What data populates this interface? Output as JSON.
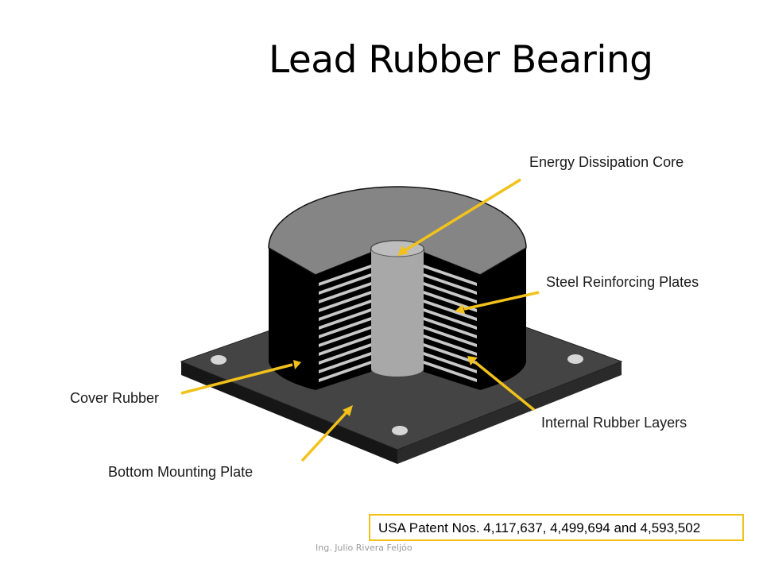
{
  "slide": {
    "title": "Lead Rubber Bearing",
    "footer": "Ing. Julio Rivera Feljóo"
  },
  "labels": {
    "energy_dissipation_core": "Energy Dissipation Core",
    "steel_reinforcing_plates": "Steel Reinforcing Plates",
    "cover_rubber": "Cover Rubber",
    "internal_rubber_layers": "Internal Rubber Layers",
    "bottom_mounting_plate": "Bottom Mounting Plate"
  },
  "patent": {
    "text": "USA Patent Nos. 4,117,637,  4,499,694 and 4,593,502"
  },
  "colors": {
    "arrow": "#f2c21b",
    "rubber": "#000000",
    "plate_top": "#444444",
    "plate_side": "#1a1a1a",
    "cylinder_top": "#858585",
    "lead_core": "#a8a8a8",
    "steel_plate": "#c8c8c8"
  }
}
